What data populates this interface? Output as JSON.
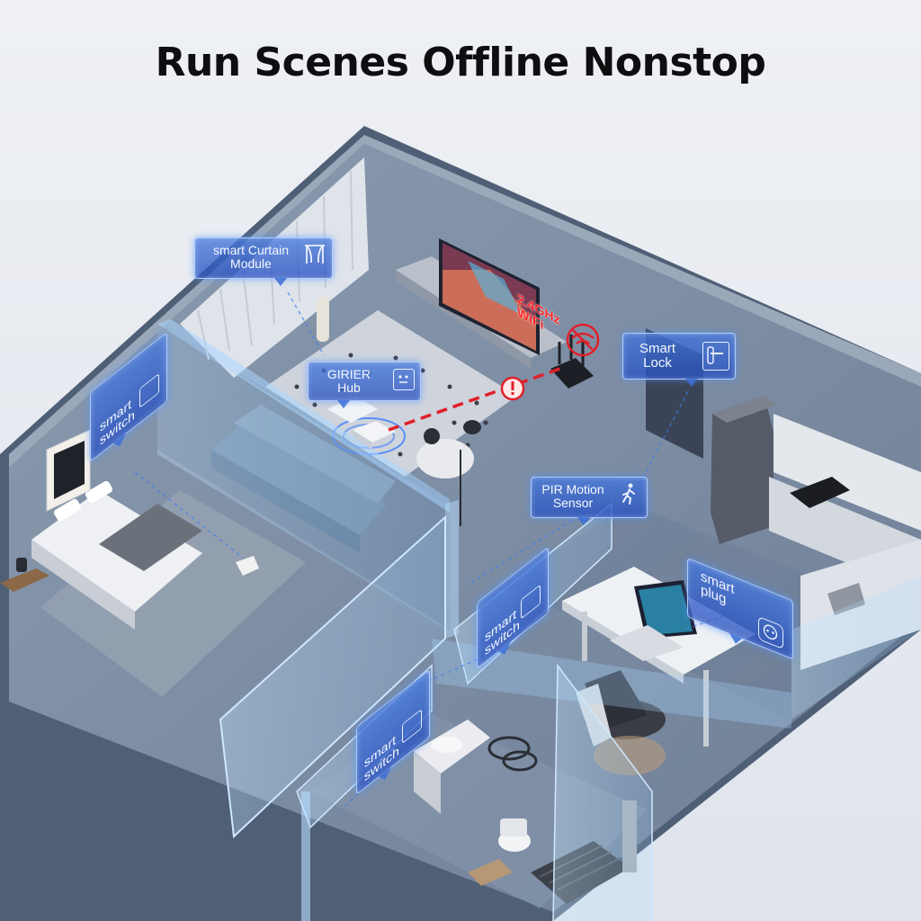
{
  "title": "Run Scenes Offline Nonstop",
  "labels": {
    "curtain": "smart Curtain\nModule",
    "hub": "GIRIER\nHub",
    "lock": "Smart\nLock",
    "pir": "PIR Motion\nSensor",
    "switch_bedroom": "smart\nswitch",
    "switch_office": "smart\nswitch",
    "switch_bath": "smart\nswitch",
    "plug": "smart\nplug",
    "wifi": "2.4GHz\nWiFi"
  },
  "colors": {
    "accent_blue": "#3f6fd8",
    "warning_red": "#e0202a",
    "floor": "#7e8fa5",
    "wall": "#5c6c82"
  },
  "icons": {
    "curtain": "curtain-icon",
    "hub": "hub-icon",
    "lock": "door-lock-icon",
    "pir": "walking-person-icon",
    "switch": "wall-switch-icon",
    "plug": "socket-icon",
    "warning": "warning-icon",
    "wifi": "no-wifi-icon"
  }
}
